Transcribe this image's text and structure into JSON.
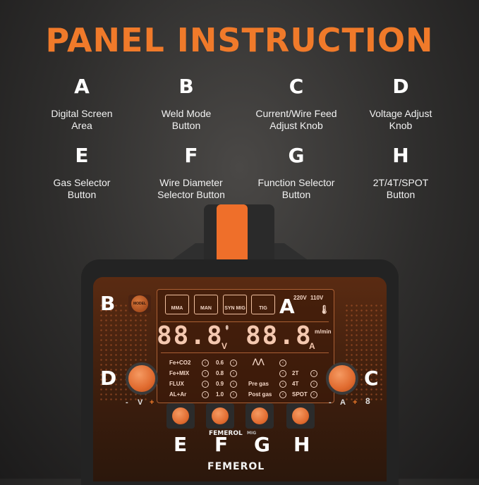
{
  "title": "PANEL INSTRUCTION",
  "legend": [
    {
      "letter": "A",
      "desc": "Digital Screen\nArea"
    },
    {
      "letter": "B",
      "desc": "Weld Mode\nButton"
    },
    {
      "letter": "C",
      "desc": "Current/Wire Feed\nAdjust Knob"
    },
    {
      "letter": "D",
      "desc": "Voltage Adjust\nKnob"
    },
    {
      "letter": "E",
      "desc": "Gas Selector\nButton"
    },
    {
      "letter": "F",
      "desc": "Wire Diameter\nSelector Button"
    },
    {
      "letter": "G",
      "desc": "Function Selector\nButton"
    },
    {
      "letter": "H",
      "desc": "2T/4T/SPOT\nButton"
    }
  ],
  "panel": {
    "modes": [
      "MMA",
      "MAN",
      "SYN MIG",
      "TIG"
    ],
    "voltage_labels": [
      "220V",
      "110V"
    ],
    "display_left": "88.8",
    "display_right": "88.8",
    "unit_left": "V",
    "unit_right": "A",
    "wire_speed_unit": "m/min",
    "gas_options": [
      "Fe+CO2",
      "Fe+MIX",
      "FLUX",
      "AL+Ar"
    ],
    "wire_diameters": [
      "0.6",
      "0.8",
      "0.9",
      "1.0"
    ],
    "function_options": [
      "Pre gas",
      "Post gas"
    ],
    "trigger_options": [
      "2T",
      "4T",
      "SPOT"
    ],
    "model_label": "MODEL",
    "knob_left_labels": [
      "-",
      "V",
      "+"
    ],
    "knob_right_labels": [
      "-",
      "A",
      "+"
    ],
    "brand_small": "FEMEROL",
    "brand_sub": "MIG",
    "brand_bottom": "FEMEROL"
  },
  "callouts": [
    "A",
    "B",
    "C",
    "D",
    "E",
    "F",
    "G",
    "H"
  ],
  "colors": {
    "accent": "#f07a2a",
    "panel": "#3b1d0d"
  }
}
